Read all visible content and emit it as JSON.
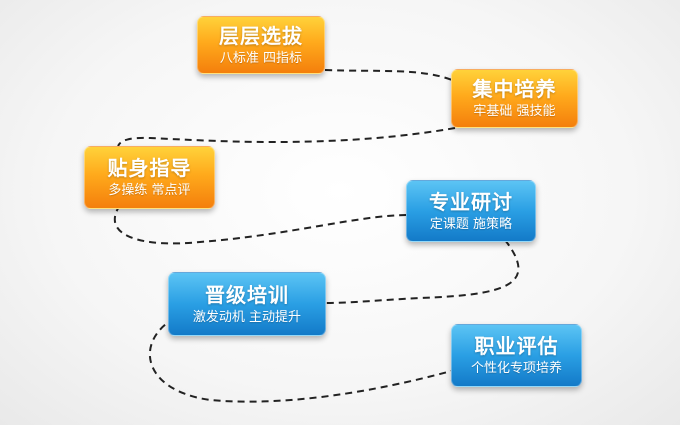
{
  "colors": {
    "orange": "#f7941d",
    "blue": "#1e90dc",
    "path": "#222222"
  },
  "steps": [
    {
      "title": "层层选拔",
      "subtitle": "八标准 四指标",
      "style": "orange"
    },
    {
      "title": "集中培养",
      "subtitle": "牢基础 强技能",
      "style": "orange"
    },
    {
      "title": "贴身指导",
      "subtitle": "多操练 常点评",
      "style": "orange"
    },
    {
      "title": "专业研讨",
      "subtitle": "定课题 施策略",
      "style": "blue"
    },
    {
      "title": "晋级培训",
      "subtitle": "激发动机 主动提升",
      "style": "blue"
    },
    {
      "title": "职业评估",
      "subtitle": "个性化专项培养",
      "style": "blue"
    }
  ]
}
